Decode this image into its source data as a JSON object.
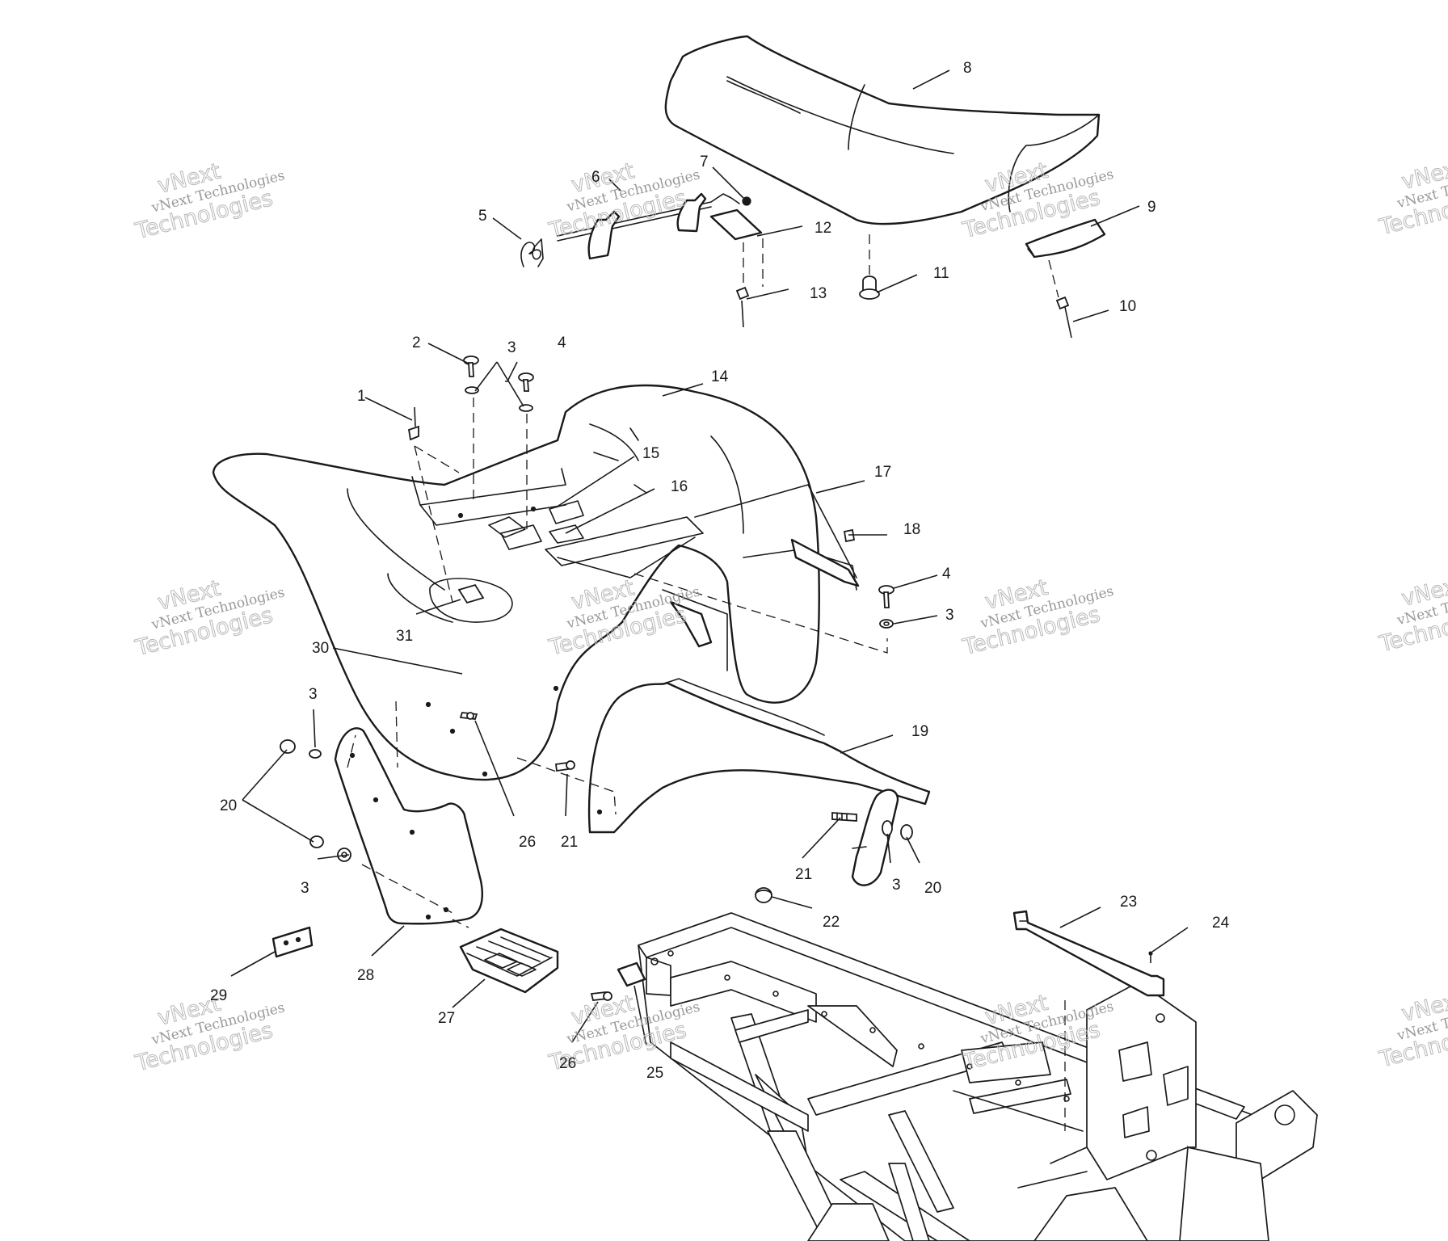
{
  "diagram": {
    "colors": {
      "ink": "#1a1a1a",
      "paper": "#ffffff",
      "watermark": "#999999"
    },
    "watermark": {
      "line1": "vNext",
      "line2": "vNext Technologies",
      "line3": "Technologies"
    },
    "callouts": {
      "c1": "1",
      "c2": "2",
      "c3a": "3",
      "c4a": "4",
      "c5": "5",
      "c6": "6",
      "c7": "7",
      "c8": "8",
      "c9": "9",
      "c10": "10",
      "c11": "11",
      "c12": "12",
      "c13": "13",
      "c14": "14",
      "c15": "15",
      "c16": "16",
      "c17": "17",
      "c18": "18",
      "c4b": "4",
      "c3b": "3",
      "c31": "31",
      "c30": "30",
      "c3c": "3",
      "c19": "19",
      "c20a": "20",
      "c26a": "26",
      "c21a": "21",
      "c3d": "3",
      "c21b": "21",
      "c3e": "3",
      "c20b": "20",
      "c22": "22",
      "c23": "23",
      "c24": "24",
      "c28": "28",
      "c29": "29",
      "c27": "27",
      "c26b": "26",
      "c25": "25"
    }
  }
}
